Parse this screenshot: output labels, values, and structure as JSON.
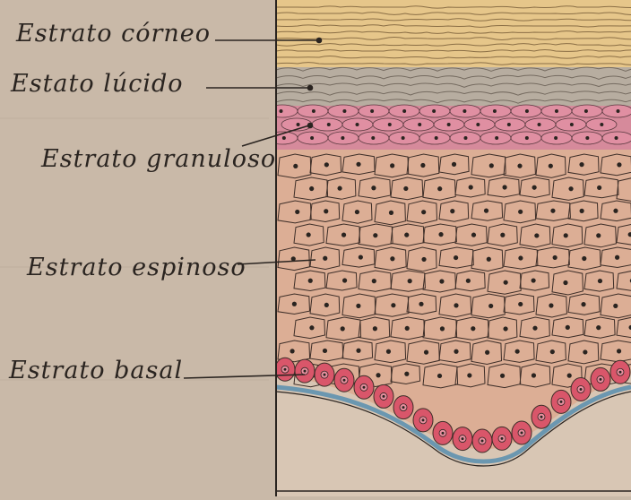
{
  "diagram": {
    "labels": {
      "corneo": "Estrato córneo",
      "lucido": "Estato lúcido",
      "granuloso": "Estrato granuloso",
      "espinoso": "Estrato espinoso",
      "basal": "Estrato basal"
    },
    "colors": {
      "paper": "#c9b9a8",
      "corneo": "#e6c68a",
      "lucido": "#b7ada0",
      "granuloso": "#d68a9b",
      "espinoso": "#dcae95",
      "basal": "#d9566a",
      "membrane": "#6b97b0",
      "dermis": "#d8c6b4",
      "ink": "#2a2420"
    }
  }
}
